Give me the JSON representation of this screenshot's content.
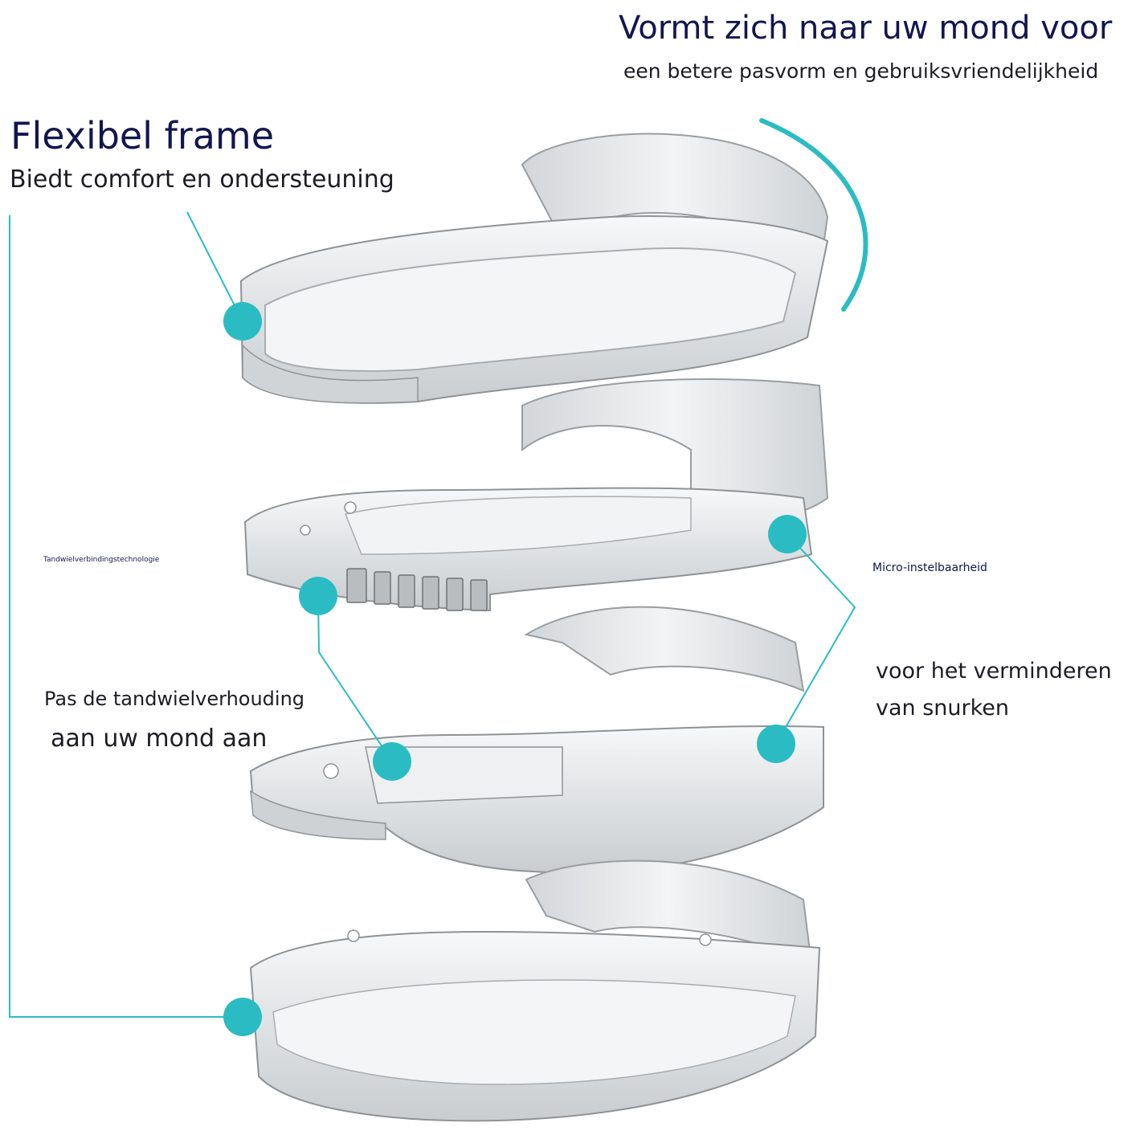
{
  "labels": {
    "shape_title": "Vormt zich naar uw mond voor",
    "shape_subtitle": "een betere pasvorm en gebruiksvriendelijkheid",
    "flex_title": "Flexibel frame",
    "flex_subtitle": "Biedt comfort en ondersteuning",
    "gear_tech": "Tandwielverbindingstechnologie",
    "micro": "Micro-instelbaarheid",
    "gear_adjust_line1": "Pas de tandwielverhouding",
    "gear_adjust_line2": "aan uw mond aan",
    "snore_line1": "voor het verminderen",
    "snore_line2": "van snurken"
  },
  "colors": {
    "accent": "#2bbcc3",
    "title_text": "#12164f",
    "body_text": "#1c1c24",
    "plastic_fill": "#e6e8ea",
    "plastic_edge": "#8f9396"
  },
  "icons": {
    "callout_marker": "teal-dot",
    "fit_arc": "curved-arc"
  }
}
